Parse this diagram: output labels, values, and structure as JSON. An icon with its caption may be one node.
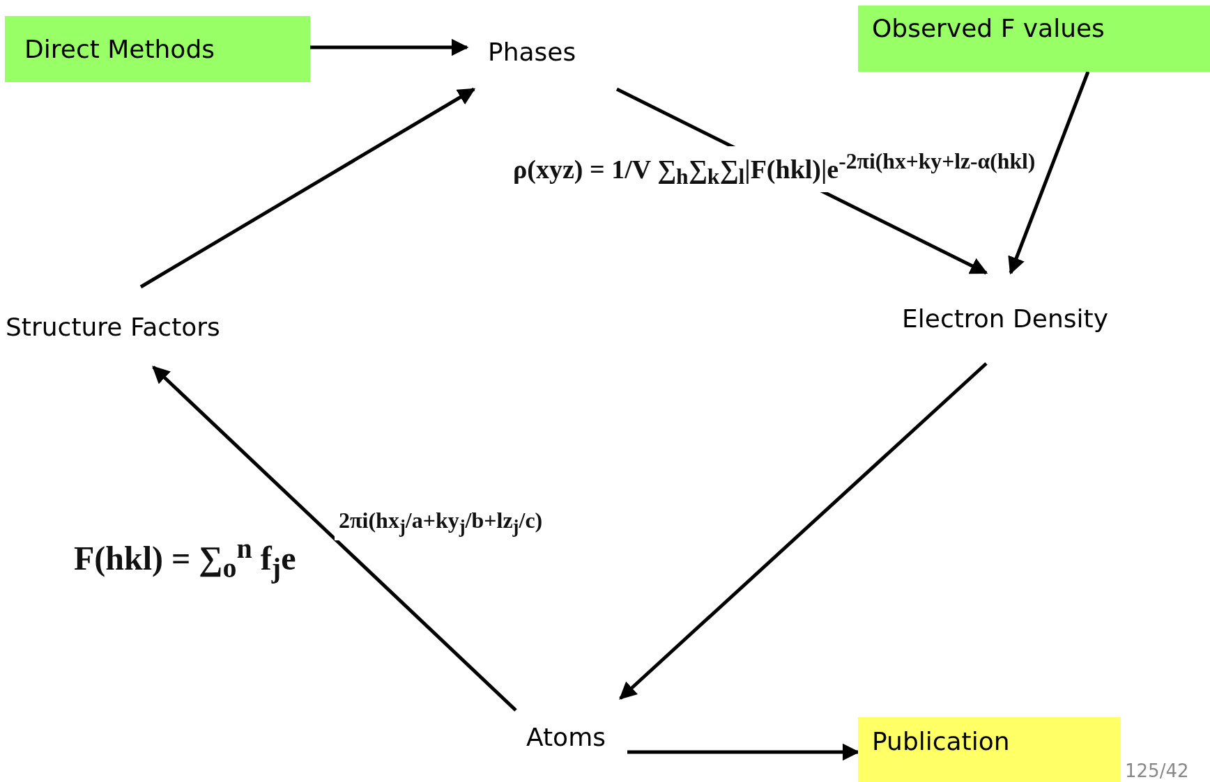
{
  "diagram": {
    "nodes": [
      {
        "text": [
          "Direct Methods"
        ]
      },
      {
        "text": [
          "Phases"
        ]
      },
      {
        "text": [
          "Observed F values"
        ]
      },
      {
        "text": [
          "Structure Factors"
        ]
      },
      {
        "text": [
          "Electron Density"
        ]
      },
      {
        "text": [
          "Atoms"
        ]
      },
      {
        "text": [
          "Publication"
        ]
      }
    ],
    "edges": [
      {
        "from": 0,
        "to": 1,
        "arrow": "to"
      },
      {
        "from": 3,
        "to": 1,
        "arrow": "to"
      },
      {
        "from": 1,
        "to": 4,
        "arrow": "to"
      },
      {
        "from": 2,
        "to": 4,
        "arrow": "to"
      },
      {
        "from": 4,
        "to": 5,
        "arrow": "to"
      },
      {
        "from": 5,
        "to": 3,
        "arrow": "to"
      },
      {
        "from": 5,
        "to": 6,
        "arrow": "to"
      }
    ],
    "labels": [
      "ρ(xyz) = 1/V ∑$_{h}$∑$_{k}$∑$_{l}$|F(hkl)|e$^{-2πi(hx+ky+lz-α(hkl)}$",
      "F(hkl) = ∑$_{o}$$^{n}$ f$_{j}$e",
      "2πi(hx$_{j}$/a+ky$_{j}$/b+lz$_{j}$/c)",
      "125/42"
    ]
  }
}
